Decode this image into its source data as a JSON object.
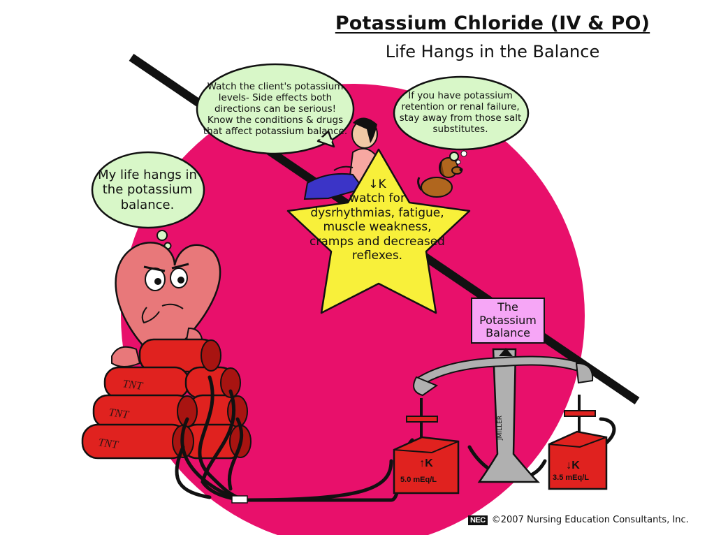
{
  "title": "Potassium Chloride (IV & PO)",
  "subtitle": "Life Hangs in the Balance",
  "bubbles": {
    "heart": "My life hangs in the potassium balance.",
    "nurse": "Watch the client's potassium levels- Side effects both directions can be serious! Know the conditions & drugs that affect potassium balance.",
    "dog": "If you have potassium retention or renal failure, stay away from those salt substitutes."
  },
  "star": {
    "arrow_label": "↓K",
    "text": "watch for dysrhythmias, fatigue, muscle weakness, cramps and decreased reflexes."
  },
  "balance_label": "The Potassium Balance",
  "detonators": {
    "left": {
      "arrow": "↑K",
      "value": "5.0 mEq/L"
    },
    "right": {
      "arrow": "↓K",
      "value": "3.5 mEq/L"
    }
  },
  "dynamite_label": "TNT",
  "artist_signature": "JMILLER",
  "copyright": {
    "logo": "NEC",
    "text": "©2007 Nursing Education Consultants, Inc."
  },
  "colors": {
    "circle": "#e8106b",
    "star": "#f8f03a",
    "dynamite": "#e0221f",
    "balance_label_bg": "#f6a6f6",
    "bubble": "#d8f7c8",
    "heart": "#e8787a"
  }
}
